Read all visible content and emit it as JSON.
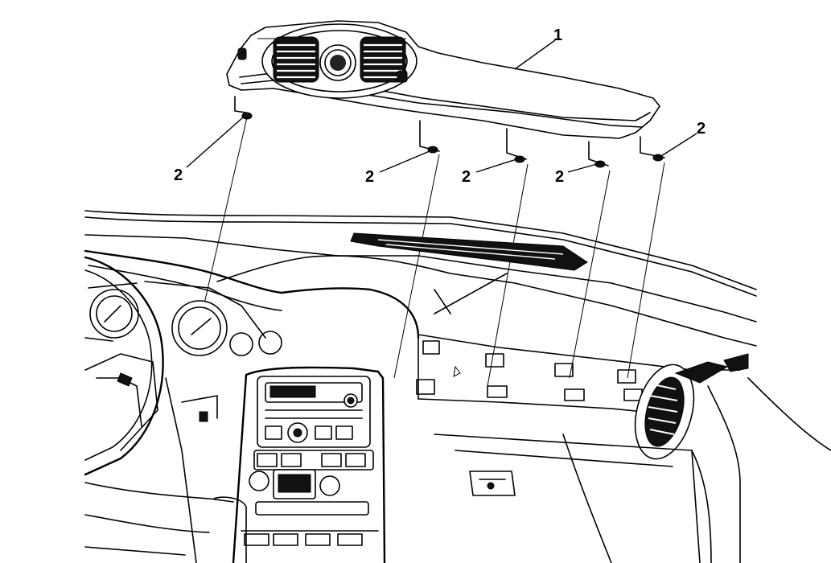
{
  "callouts": {
    "item1": "1",
    "fastener_a": "2",
    "fastener_b": "2",
    "fastener_c": "2",
    "fastener_d": "2",
    "fastener_e": "2"
  },
  "colors": {
    "line": "#000000",
    "background": "#ffffff"
  }
}
